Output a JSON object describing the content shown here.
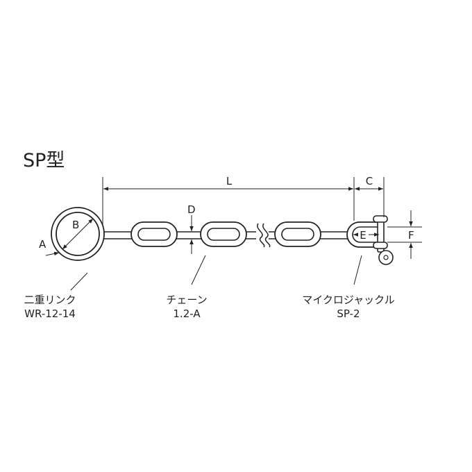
{
  "title": "SP型",
  "dimensions": {
    "L": "L",
    "C": "C",
    "D": "D",
    "A": "A",
    "B": "B",
    "E": "E",
    "F": "F"
  },
  "parts": {
    "ring": {
      "name": "二重リンク",
      "code": "WR-12-14"
    },
    "chain": {
      "name": "チェーン",
      "code": "1.2-A"
    },
    "shackle": {
      "name": "マイクロジャックル",
      "code": "SP-2"
    }
  },
  "colors": {
    "ink": "#222222",
    "background": "#ffffff"
  }
}
